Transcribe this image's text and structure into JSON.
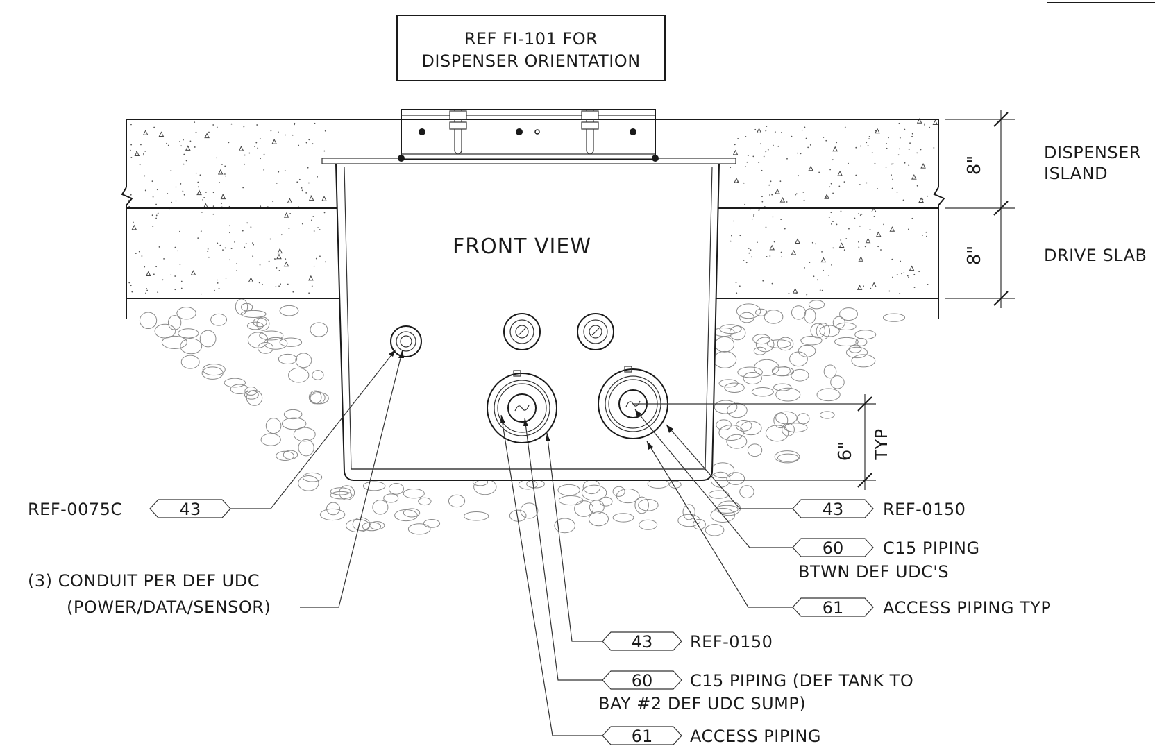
{
  "colors": {
    "ink": "#1a1a1a",
    "paper": "#ffffff",
    "concrete_speckle": "#555555",
    "gravel": "#8a8a8a"
  },
  "note_box": {
    "line1": "REF FI-101 FOR",
    "line2": "DISPENSER ORIENTATION"
  },
  "view_title": "FRONT VIEW",
  "layers": {
    "island": {
      "dimension": "8\"",
      "label_line1": "DISPENSER",
      "label_line2": "ISLAND"
    },
    "slab": {
      "dimension": "8\"",
      "label": "DRIVE SLAB"
    }
  },
  "typ_dimension": {
    "value": "6\"",
    "suffix": "TYP"
  },
  "callouts": {
    "left_ref": {
      "tag": "43",
      "text": "REF-0075C"
    },
    "conduit": {
      "line1": "(3) CONDUIT PER DEF UDC",
      "line2": "(POWER/DATA/SENSOR)"
    },
    "right_ref": {
      "tag": "43",
      "text": "REF-0150"
    },
    "right_c15": {
      "tag": "60",
      "line1": "C15 PIPING",
      "line2": "BTWN DEF UDC'S"
    },
    "right_access": {
      "tag": "61",
      "text": "ACCESS PIPING TYP"
    },
    "bottom_ref": {
      "tag": "43",
      "text": "REF-0150"
    },
    "bottom_c15": {
      "tag": "60",
      "line1": "C15 PIPING (DEF TANK TO",
      "line2": "BAY #2 DEF UDC SUMP)"
    },
    "bottom_access": {
      "tag": "61",
      "text": "ACCESS PIPING"
    }
  }
}
